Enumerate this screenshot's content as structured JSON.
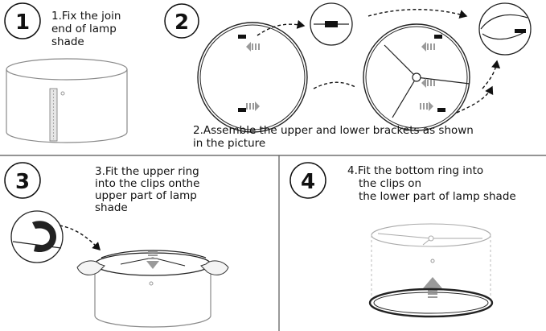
{
  "steps": [
    {
      "number": "1",
      "caption": [
        "1.Fix the join",
        "end of lamp",
        "shade"
      ]
    },
    {
      "number": "2",
      "caption": [
        "2.Assemble the upper and lower brackets as shown",
        "in the picture"
      ]
    },
    {
      "number": "3",
      "caption": [
        "3.Fit the upper ring",
        "into the clips onthe",
        "upper part of lamp",
        "shade"
      ]
    },
    {
      "number": "4",
      "caption": [
        "4.Fit the bottom ring into",
        "the clips on",
        "the lower part of lamp shade"
      ]
    }
  ]
}
